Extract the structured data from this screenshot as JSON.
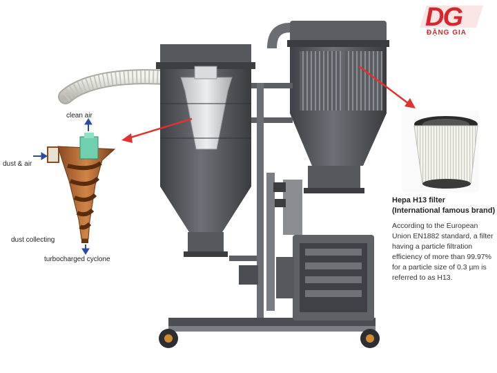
{
  "logo": {
    "mark": "DG",
    "name": "ĐẶNG GIA"
  },
  "cyclone": {
    "clean_air_label": "clean air",
    "dust_air_label": "dust & air",
    "dust_collecting_label": "dust collecting",
    "cyclone_label": "turbocharged cyclone"
  },
  "filter": {
    "title_line1": "Hepa H13 filter",
    "title_line2": "(International famous brand)",
    "description": "According to the European Union EN1882 standard, a filter having a particle filtration efficiency of more than 99.97% for a particle size of 0.3 µm is referred to as H13."
  },
  "colors": {
    "brand_red": "#d7262c",
    "arrow_red": "#e0322f",
    "machine_dark": "#4a4d52",
    "machine_mid": "#7b7f85",
    "cyclone_copper": "#b5662e",
    "flow_arrow_blue": "#2b4aa8"
  },
  "icons": {
    "flow_arrows": "arrow-icon",
    "callout_arrows": "arrow-icon"
  }
}
